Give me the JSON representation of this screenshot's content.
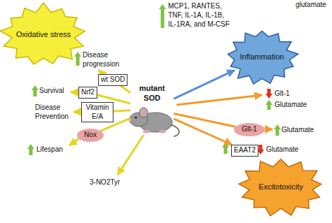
{
  "diagram": {
    "nodes": [
      {
        "text": [
          "Oxidative stress"
        ]
      },
      {
        "text": [
          "Inflammation"
        ]
      },
      {
        "text": [
          "wt SOD"
        ]
      },
      {
        "text": [
          "Nrf2"
        ]
      },
      {
        "text": [
          "mutant SOD"
        ]
      },
      {
        "text": [
          "Vitamin E/A"
        ]
      },
      {
        "text": [
          "Nox"
        ]
      },
      {
        "text": [
          "Glt-1"
        ]
      },
      {
        "text": [
          "EAAT2"
        ]
      },
      {
        "text": [
          "Excitotoxicity"
        ]
      }
    ],
    "edges": [
      {
        "from": 4,
        "to": 2,
        "arrow": "none"
      },
      {
        "from": 4,
        "to": 3,
        "arrow": "none"
      },
      {
        "from": 4,
        "to": 5,
        "arrow": "none"
      },
      {
        "from": 4,
        "to": 6,
        "arrow": "none"
      },
      {
        "from": 4,
        "to": 1,
        "arrow": "to"
      },
      {
        "from": 4,
        "to": 7,
        "arrow": "none"
      },
      {
        "from": 4,
        "to": 8,
        "arrow": "to"
      }
    ],
    "labels": [
      "glutamate",
      "MCP1, RANTES, TNF, IL-1A, IL-1B, IL-1RA, and M-CSF",
      "Disease progression",
      "Survival",
      "Disease Prevention",
      "Lifespan",
      "3-NO2Tyr",
      "Glt-1",
      "Glutamate",
      "Glutamate",
      "Glutamate"
    ]
  }
}
